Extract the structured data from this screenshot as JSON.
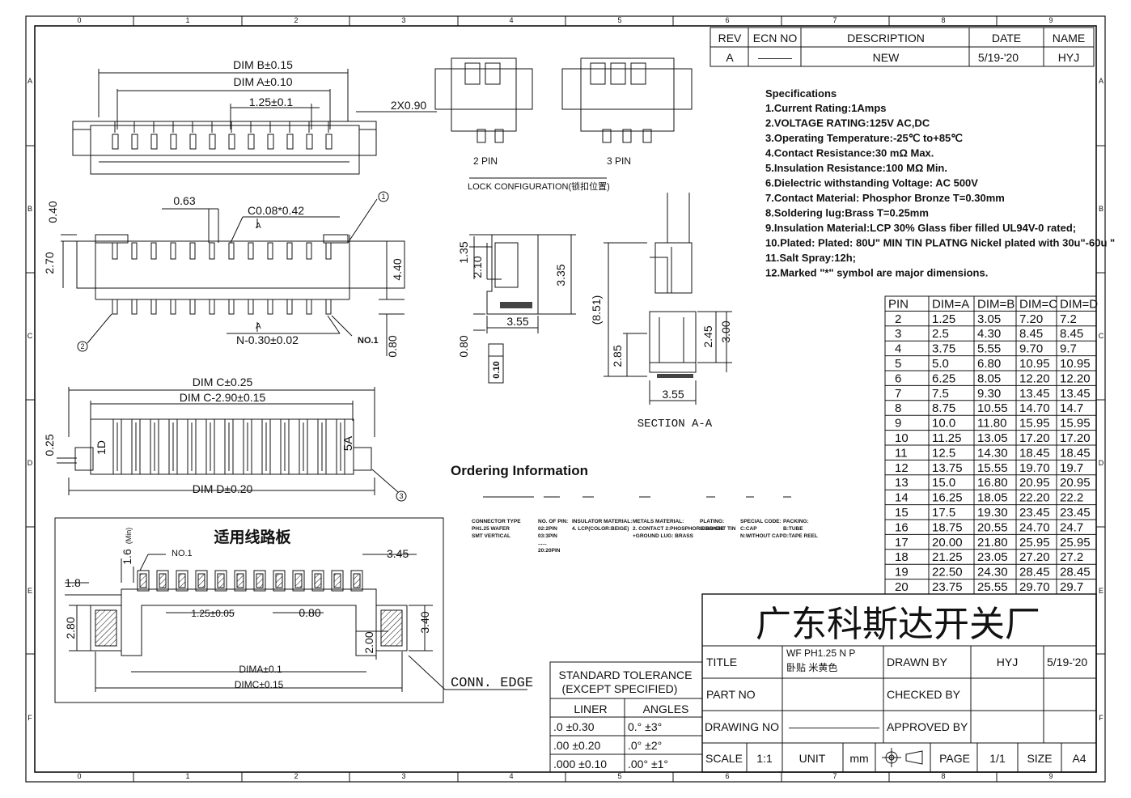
{
  "border": {
    "cols": [
      "0",
      "1",
      "2",
      "3",
      "4",
      "5",
      "6",
      "7",
      "8",
      "9"
    ],
    "rows": [
      "A",
      "B",
      "C",
      "D",
      "E",
      "F"
    ]
  },
  "revision": {
    "headers": [
      "REV",
      "ECN NO",
      "DESCRIPTION",
      "DATE",
      "NAME"
    ],
    "row": [
      "A",
      "———",
      "NEW",
      "5/19-'20",
      "HYJ"
    ]
  },
  "specs": {
    "title": "Specifications",
    "items": [
      "1.Current Rating:1Amps",
      "2.VOLTAGE RATING:125V AC,DC",
      "3.Operating Temperature:-25℃ to+85℃",
      "4.Contact Resistance:30 mΩ Max.",
      "5.Insulation Resistance:100 MΩ Min.",
      "6.Dielectric withstanding Voltage: AC 500V",
      "7.Contact Material: Phosphor Bronze T=0.30mm",
      "8.Soldering lug:Brass  T=0.25mm",
      "9.Insulation Material:LCP 30% Glass fiber filled UL94V-0 rated;",
      "10.Plated: Plated: 80U\" MIN TIN PLATNG Nickel plated with 30u\"-60u \"",
      "11.Salt Spray:12h;",
      "12.Marked \"*\" symbol are major dimensions."
    ]
  },
  "dim_table": {
    "headers": [
      "PIN",
      "DIM=A",
      "DIM=B",
      "DIM=C",
      "DIM=D"
    ],
    "rows": [
      [
        "2",
        "1.25",
        "3.05",
        "7.20",
        "7.2"
      ],
      [
        "3",
        "2.5",
        "4.30",
        "8.45",
        "8.45"
      ],
      [
        "4",
        "3.75",
        "5.55",
        "9.70",
        "9.7"
      ],
      [
        "5",
        "5.0",
        "6.80",
        "10.95",
        "10.95"
      ],
      [
        "6",
        "6.25",
        "8.05",
        "12.20",
        "12.20"
      ],
      [
        "7",
        "7.5",
        "9.30",
        "13.45",
        "13.45"
      ],
      [
        "8",
        "8.75",
        "10.55",
        "14.70",
        "14.7"
      ],
      [
        "9",
        "10.0",
        "11.80",
        "15.95",
        "15.95"
      ],
      [
        "10",
        "11.25",
        "13.05",
        "17.20",
        "17.20"
      ],
      [
        "11",
        "12.5",
        "14.30",
        "18.45",
        "18.45"
      ],
      [
        "12",
        "13.75",
        "15.55",
        "19.70",
        "19.7"
      ],
      [
        "13",
        "15.0",
        "16.80",
        "20.95",
        "20.95"
      ],
      [
        "14",
        "16.25",
        "18.05",
        "22.20",
        "22.2"
      ],
      [
        "15",
        "17.5",
        "19.30",
        "23.45",
        "23.45"
      ],
      [
        "16",
        "18.75",
        "20.55",
        "24.70",
        "24.7"
      ],
      [
        "17",
        "20.00",
        "21.80",
        "25.95",
        "25.95"
      ],
      [
        "18",
        "21.25",
        "23.05",
        "27.20",
        "27.2"
      ],
      [
        "19",
        "22.50",
        "24.30",
        "28.45",
        "28.45"
      ],
      [
        "20",
        "23.75",
        "25.55",
        "29.70",
        "29.7"
      ]
    ]
  },
  "top_view": {
    "dim_b": "DIM B±0.15",
    "dim_a": "DIM A±0.10",
    "pitch": "1.25±0.1",
    "hole": "2X0.90"
  },
  "front_view": {
    "d040": "0.40",
    "d063": "0.63",
    "chamfer": "C0.08*0.42",
    "sect": "A",
    "d270": "2.70",
    "d440": "4.40",
    "pin_w": "N-0.30±0.02",
    "no1": "NO.1",
    "d080": "0.80",
    "callout1": "1",
    "callout2": "2"
  },
  "bottom_view": {
    "dim_c": "DIM C±0.25",
    "dim_c2": "DIM C-2.90±0.15",
    "dim_d": "DIM D±0.20",
    "d025": "0.25",
    "mark_l": "1D",
    "mark_r": "5A",
    "callout3": "3"
  },
  "lock": {
    "pin2": "2 PIN",
    "pin3": "3 PIN",
    "caption": "LOCK CONFIGURATION(锁扣位置)"
  },
  "side_view": {
    "d135": "1.35",
    "d210": "2.10",
    "d335": "3.35",
    "d355": "3.55",
    "d080": "0.80",
    "flat": "0.10"
  },
  "section": {
    "d851": "(8.51)",
    "d285": "2.85",
    "d245": "2.45",
    "d300": "3.00",
    "d355": "3.55",
    "caption": "SECTION A-A"
  },
  "ordering": {
    "title": "Ordering Information",
    "cols": [
      [
        "CONNECTOR TYPE",
        "PH1.25 WAFER",
        "SMT VERTICAL"
      ],
      [
        "NO. OF PIN:",
        "02:2PIN",
        "03:3PIN",
        "......",
        "20:20PIN"
      ],
      [
        "INSULATOR MATERIAL:",
        "4.  LCP(COLOR:BEIGE)"
      ],
      [
        "METALS MATERIAL:",
        "2.  CONTACT 2:PHOSPHOR BRONZE",
        "+GROUND LUG: BRASS"
      ],
      [
        "PLATING:",
        "8.  BRIGHT TIN"
      ],
      [
        "SPECIAL CODE:",
        "C:CAP",
        "N:WITHOUT CAP"
      ],
      [
        "PACKING:",
        "B:TUBE",
        "D:TAPE REEL"
      ]
    ]
  },
  "pcb": {
    "title": "适用线路板",
    "d16": "1.6",
    "min": "(Min)",
    "no1": "NO.1",
    "d345": "3.45",
    "d18": "1.8",
    "d280": "2.80",
    "pitch": "1.25±0.05",
    "d080": "0.80",
    "d340": "3.40",
    "d200": "2.00",
    "dima": "DIMA±0.1",
    "dimc": "DIMC±0.15",
    "edge": "CONN. EDGE"
  },
  "tolerance": {
    "title1": "STANDARD TOLERANCE",
    "title2": "(EXCEPT  SPECIFIED)",
    "liner": "LINER",
    "angles": "ANGLES",
    "rows": [
      [
        ".0  ±0.30",
        "0.°  ±3°"
      ],
      [
        ".00  ±0.20",
        ".0°  ±2°"
      ],
      [
        ".000 ±0.10",
        ".00° ±1°"
      ]
    ]
  },
  "title_block": {
    "company": "广东科斯达开关厂",
    "title_label": "TITLE",
    "title_value1": "WF  PH1.25 N P",
    "title_value2": "卧贴 米黄色",
    "drawn_by_label": "DRAWN BY",
    "drawn_by": "HYJ",
    "drawn_date": "5/19-'20",
    "part_no_label": "PART NO",
    "checked_by_label": "CHECKED BY",
    "drawing_no_label": "DRAWING NO",
    "drawing_no": "————————",
    "approved_by_label": "APPROVED BY",
    "scale_label": "SCALE",
    "scale": "1:1",
    "unit_label": "UNIT",
    "unit": "mm",
    "page_label": "PAGE",
    "page": "1/1",
    "size_label": "SIZE",
    "size": "A4"
  }
}
